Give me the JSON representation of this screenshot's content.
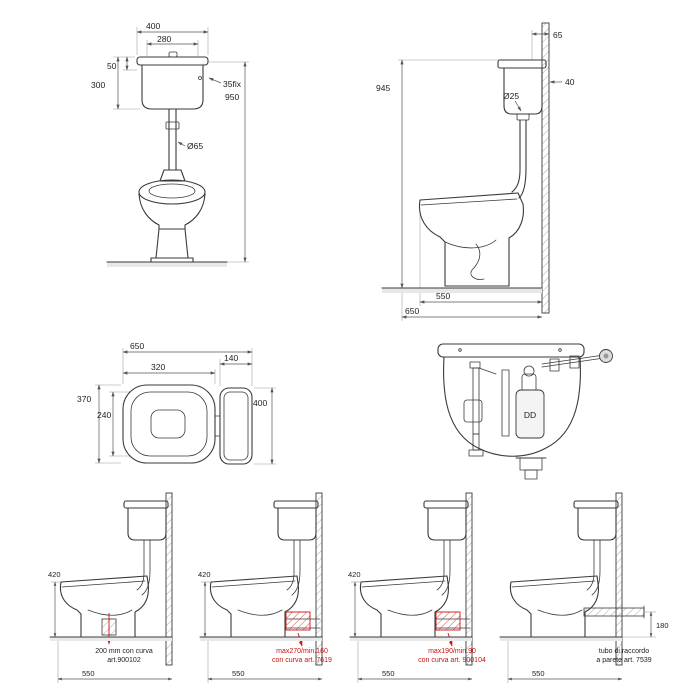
{
  "drawing": {
    "background": "#ffffff",
    "line_color": "#3a3a3a",
    "dim_color": "#555555",
    "accent_red": "#cc1111"
  },
  "front_view": {
    "width_overall": "400",
    "width_inner": "280",
    "lid_height": "50",
    "tank_height": "300",
    "fix_note": "35fix",
    "height_overall": "950",
    "pipe_diameter": "Ø65"
  },
  "side_view": {
    "top_offset": "65",
    "height_overall": "945",
    "wall_fix": "40",
    "pipe_diameter": "Ø25",
    "depth_bowl": "550",
    "depth_overall": "650"
  },
  "plan_view": {
    "width_overall": "650",
    "seat_width": "320",
    "tank_width": "140",
    "depth_outer": "370",
    "depth_inner": "240",
    "tank_depth": "400"
  },
  "mechanism_view": {
    "valve_label": "DD"
  },
  "install_views": [
    {
      "height": "420",
      "depth": "550",
      "note_line1": "200 mm con curva",
      "note_line2": "art.900102",
      "note_color": "#1d1d1d"
    },
    {
      "height": "420",
      "depth": "550",
      "note_line1": "max270/min.160",
      "note_line2": "con curva art. 7619",
      "note_color": "#cc1111"
    },
    {
      "height": "420",
      "depth": "550",
      "note_line1": "max190/min.90",
      "note_line2": "con curva art. 900104",
      "note_color": "#cc1111"
    },
    {
      "depth": "550",
      "outlet_height": "180",
      "note_line1": "tubo di raccordo",
      "note_line2": "a parete art. 7539",
      "note_color": "#1d1d1d"
    }
  ]
}
